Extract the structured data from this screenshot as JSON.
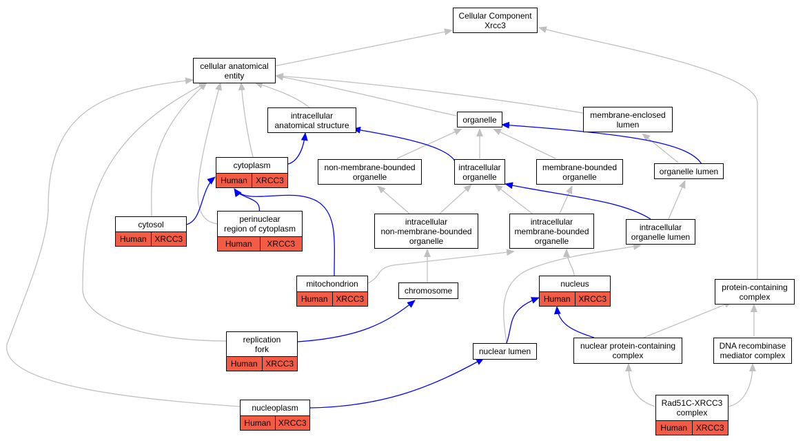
{
  "colors": {
    "is_a_edge": "#c0c0c0",
    "part_of_edge": "#0000ff",
    "annotation_fill": "#f45b45"
  },
  "nodes": {
    "root": {
      "title": "Cellular Component\nXrcc3"
    },
    "cae": {
      "title": "cellular anatomical\nentity"
    },
    "ias": {
      "title": "intracellular\nanatomical structure"
    },
    "organelle": {
      "title": "organelle"
    },
    "mel": {
      "title": "membrane-enclosed\nlumen"
    },
    "cytoplasm": {
      "title": "cytoplasm",
      "species": "Human",
      "gene": "XRCC3"
    },
    "nmbo": {
      "title": "non-membrane-bounded\norganelle"
    },
    "io": {
      "title": "intracellular\norganelle"
    },
    "mbo": {
      "title": "membrane-bounded\norganelle"
    },
    "ol": {
      "title": "organelle lumen"
    },
    "cytosol": {
      "title": "cytosol",
      "species": "Human",
      "gene": "XRCC3"
    },
    "prc": {
      "title": "perinuclear\nregion of cytoplasm",
      "species": "Human",
      "gene": "XRCC3"
    },
    "inmbo": {
      "title": "intracellular\nnon-membrane-bounded\norganelle"
    },
    "imbo": {
      "title": "intracellular\nmembrane-bounded\norganelle"
    },
    "iol": {
      "title": "intracellular\norganelle lumen"
    },
    "mito": {
      "title": "mitochondrion",
      "species": "Human",
      "gene": "XRCC3"
    },
    "chrom": {
      "title": "chromosome"
    },
    "nucleus": {
      "title": "nucleus",
      "species": "Human",
      "gene": "XRCC3"
    },
    "pcc": {
      "title": "protein-containing\ncomplex"
    },
    "rf": {
      "title": "replication\nfork",
      "species": "Human",
      "gene": "XRCC3"
    },
    "nl": {
      "title": "nuclear lumen"
    },
    "npcc": {
      "title": "nuclear protein-containing\ncomplex"
    },
    "drmc": {
      "title": "DNA recombinase\nmediator complex"
    },
    "np": {
      "title": "nucleoplasm",
      "species": "Human",
      "gene": "XRCC3"
    },
    "rad51c": {
      "title": "Rad51C-XRCC3\ncomplex",
      "species": "Human",
      "gene": "XRCC3"
    }
  }
}
